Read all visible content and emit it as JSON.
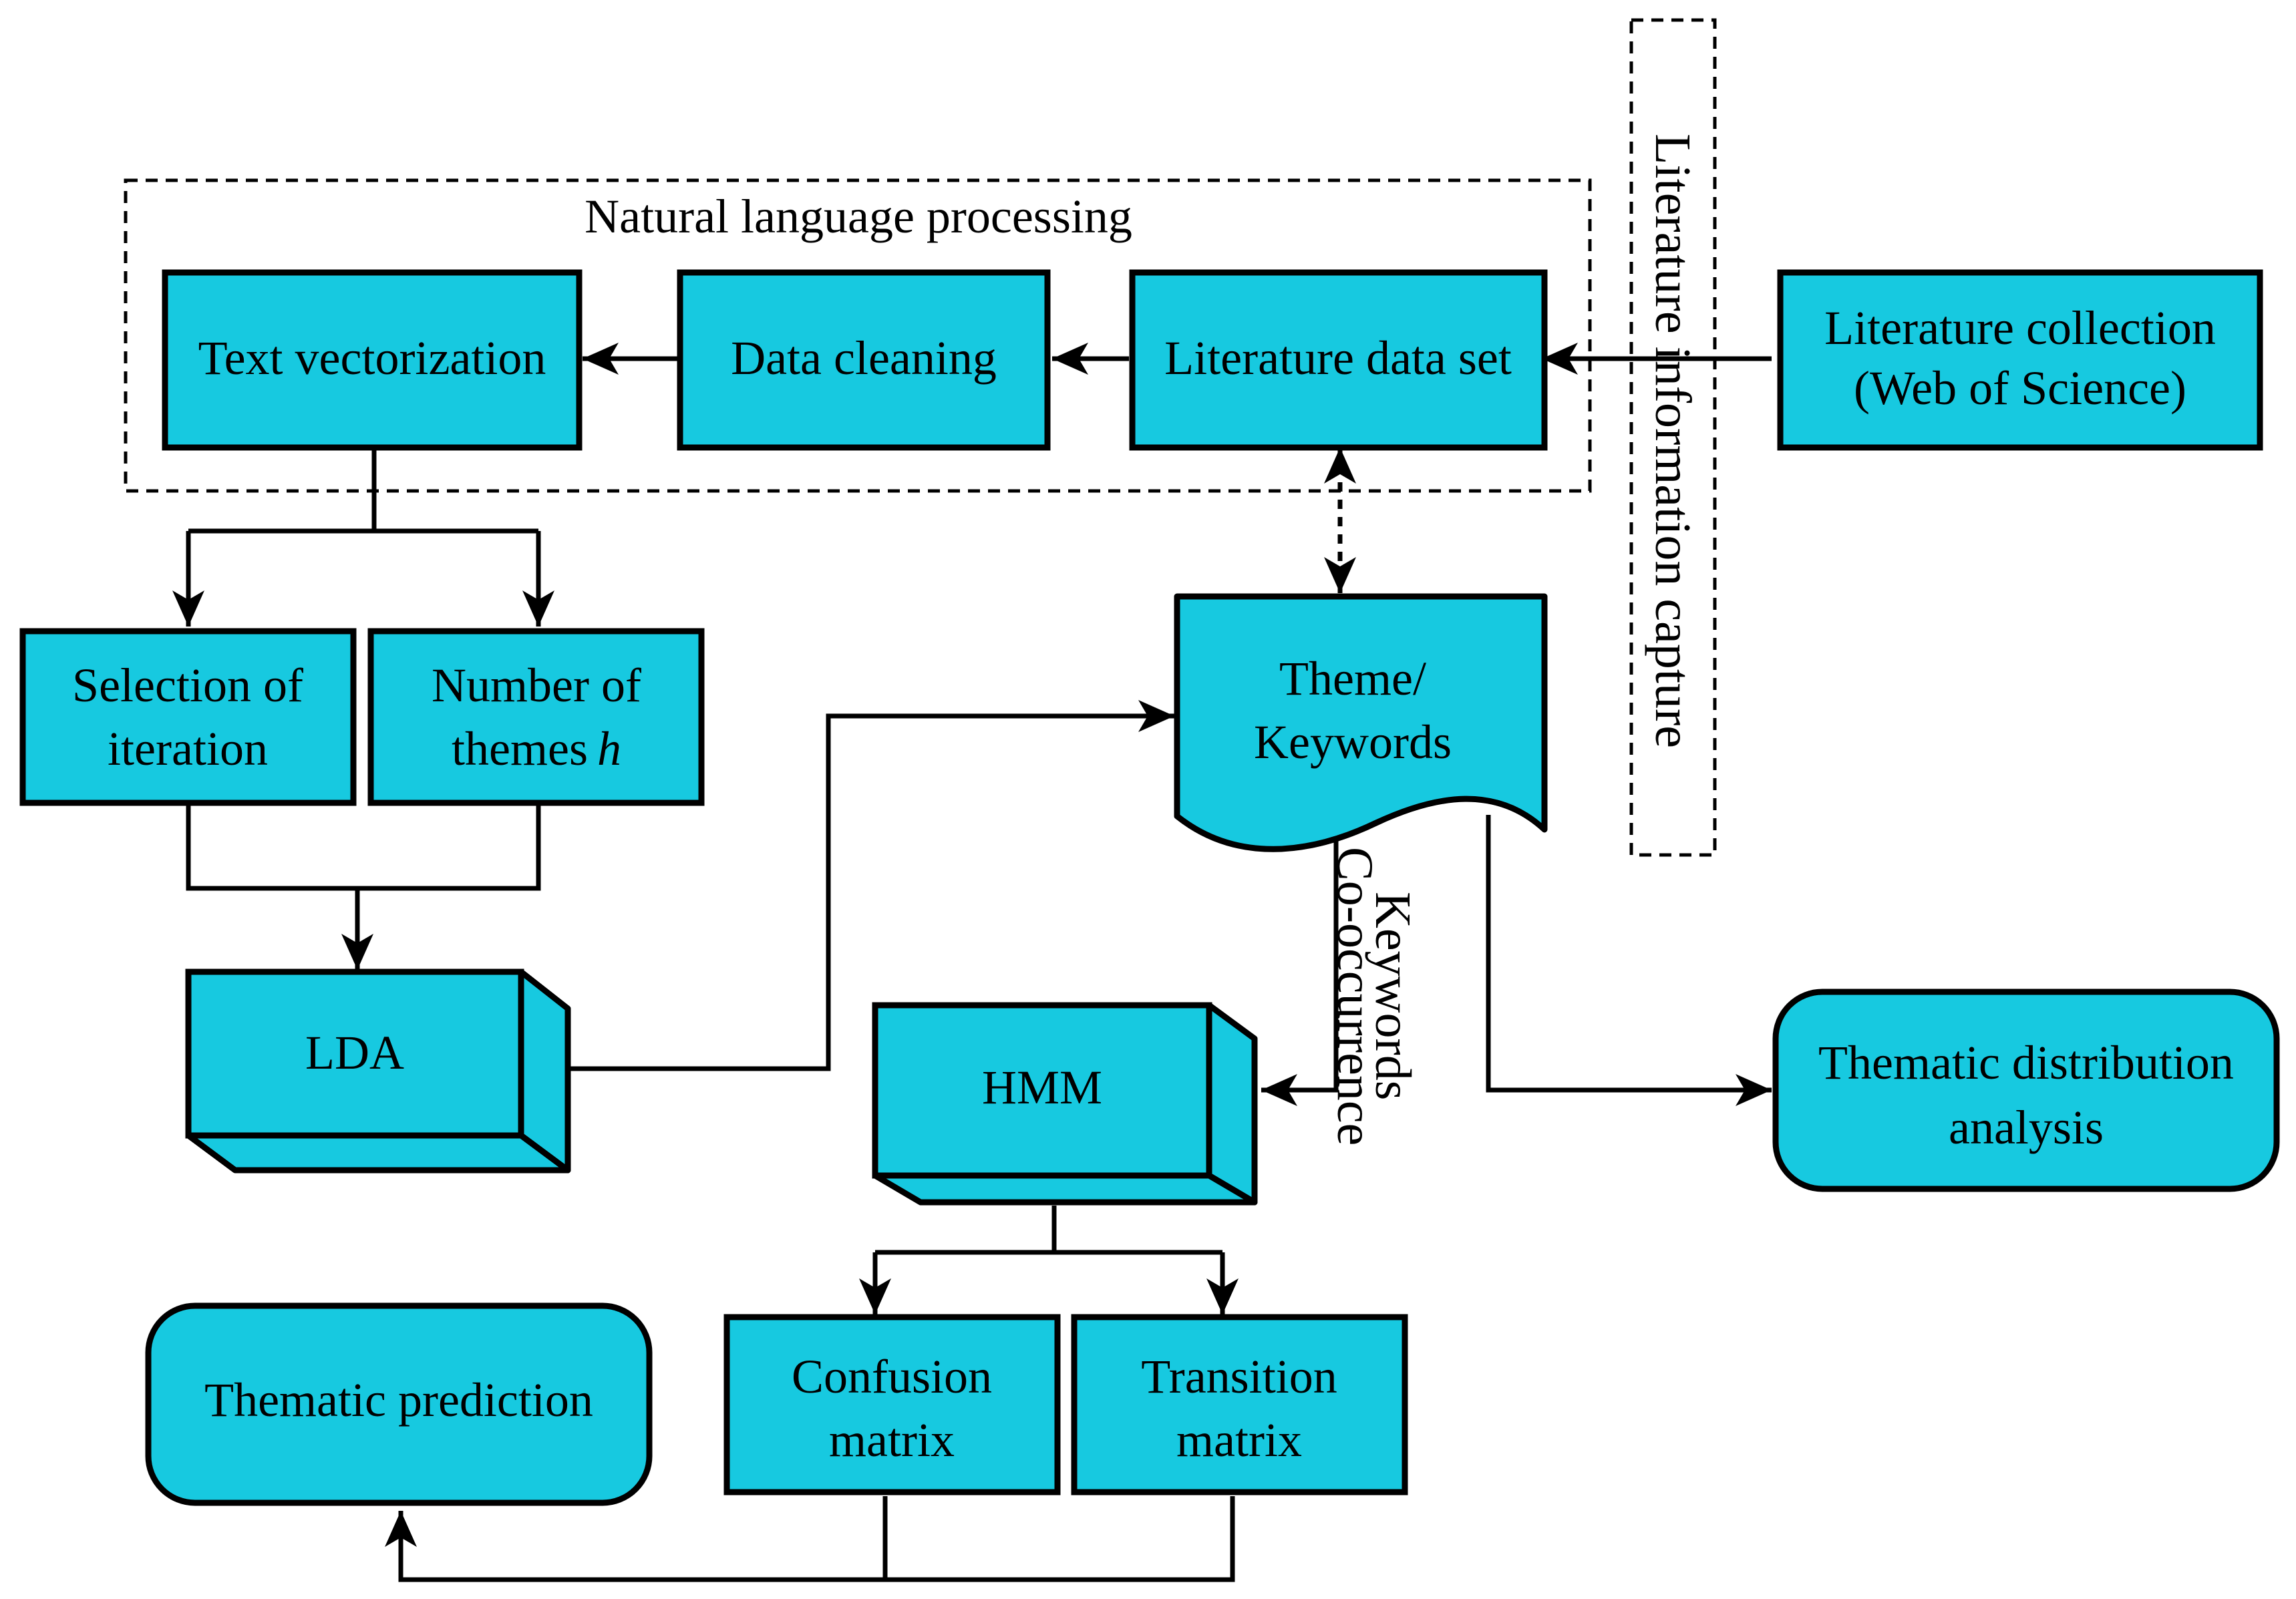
{
  "colors": {
    "box_fill": "#17c9e0",
    "stroke": "#000000",
    "background": "#ffffff"
  },
  "groups": {
    "nlp": "Natural language processing",
    "capture": "Literature information capture"
  },
  "nodes": {
    "literature_collection": [
      "Literature collection",
      "(Web of Science)"
    ],
    "literature_data_set": [
      "Literature data set"
    ],
    "data_cleaning": [
      "Data cleaning"
    ],
    "text_vectorization": [
      "Text vectorization"
    ],
    "selection_of_iteration": [
      "Selection of",
      "iteration"
    ],
    "number_of_themes": [
      "Number of",
      "themes"
    ],
    "number_of_themes_var": "h",
    "lda": [
      "LDA"
    ],
    "theme_keywords": [
      "Theme/",
      "Keywords"
    ],
    "hmm": [
      "HMM"
    ],
    "thematic_distribution": [
      "Thematic distribution",
      "analysis"
    ],
    "confusion_matrix": [
      "Confusion",
      "matrix"
    ],
    "transition_matrix": [
      "Transition",
      "matrix"
    ],
    "thematic_prediction": [
      "Thematic prediction"
    ]
  },
  "edge_labels": {
    "keywords_cooccurrence": [
      "Keywords",
      "Co-occurrence"
    ]
  }
}
